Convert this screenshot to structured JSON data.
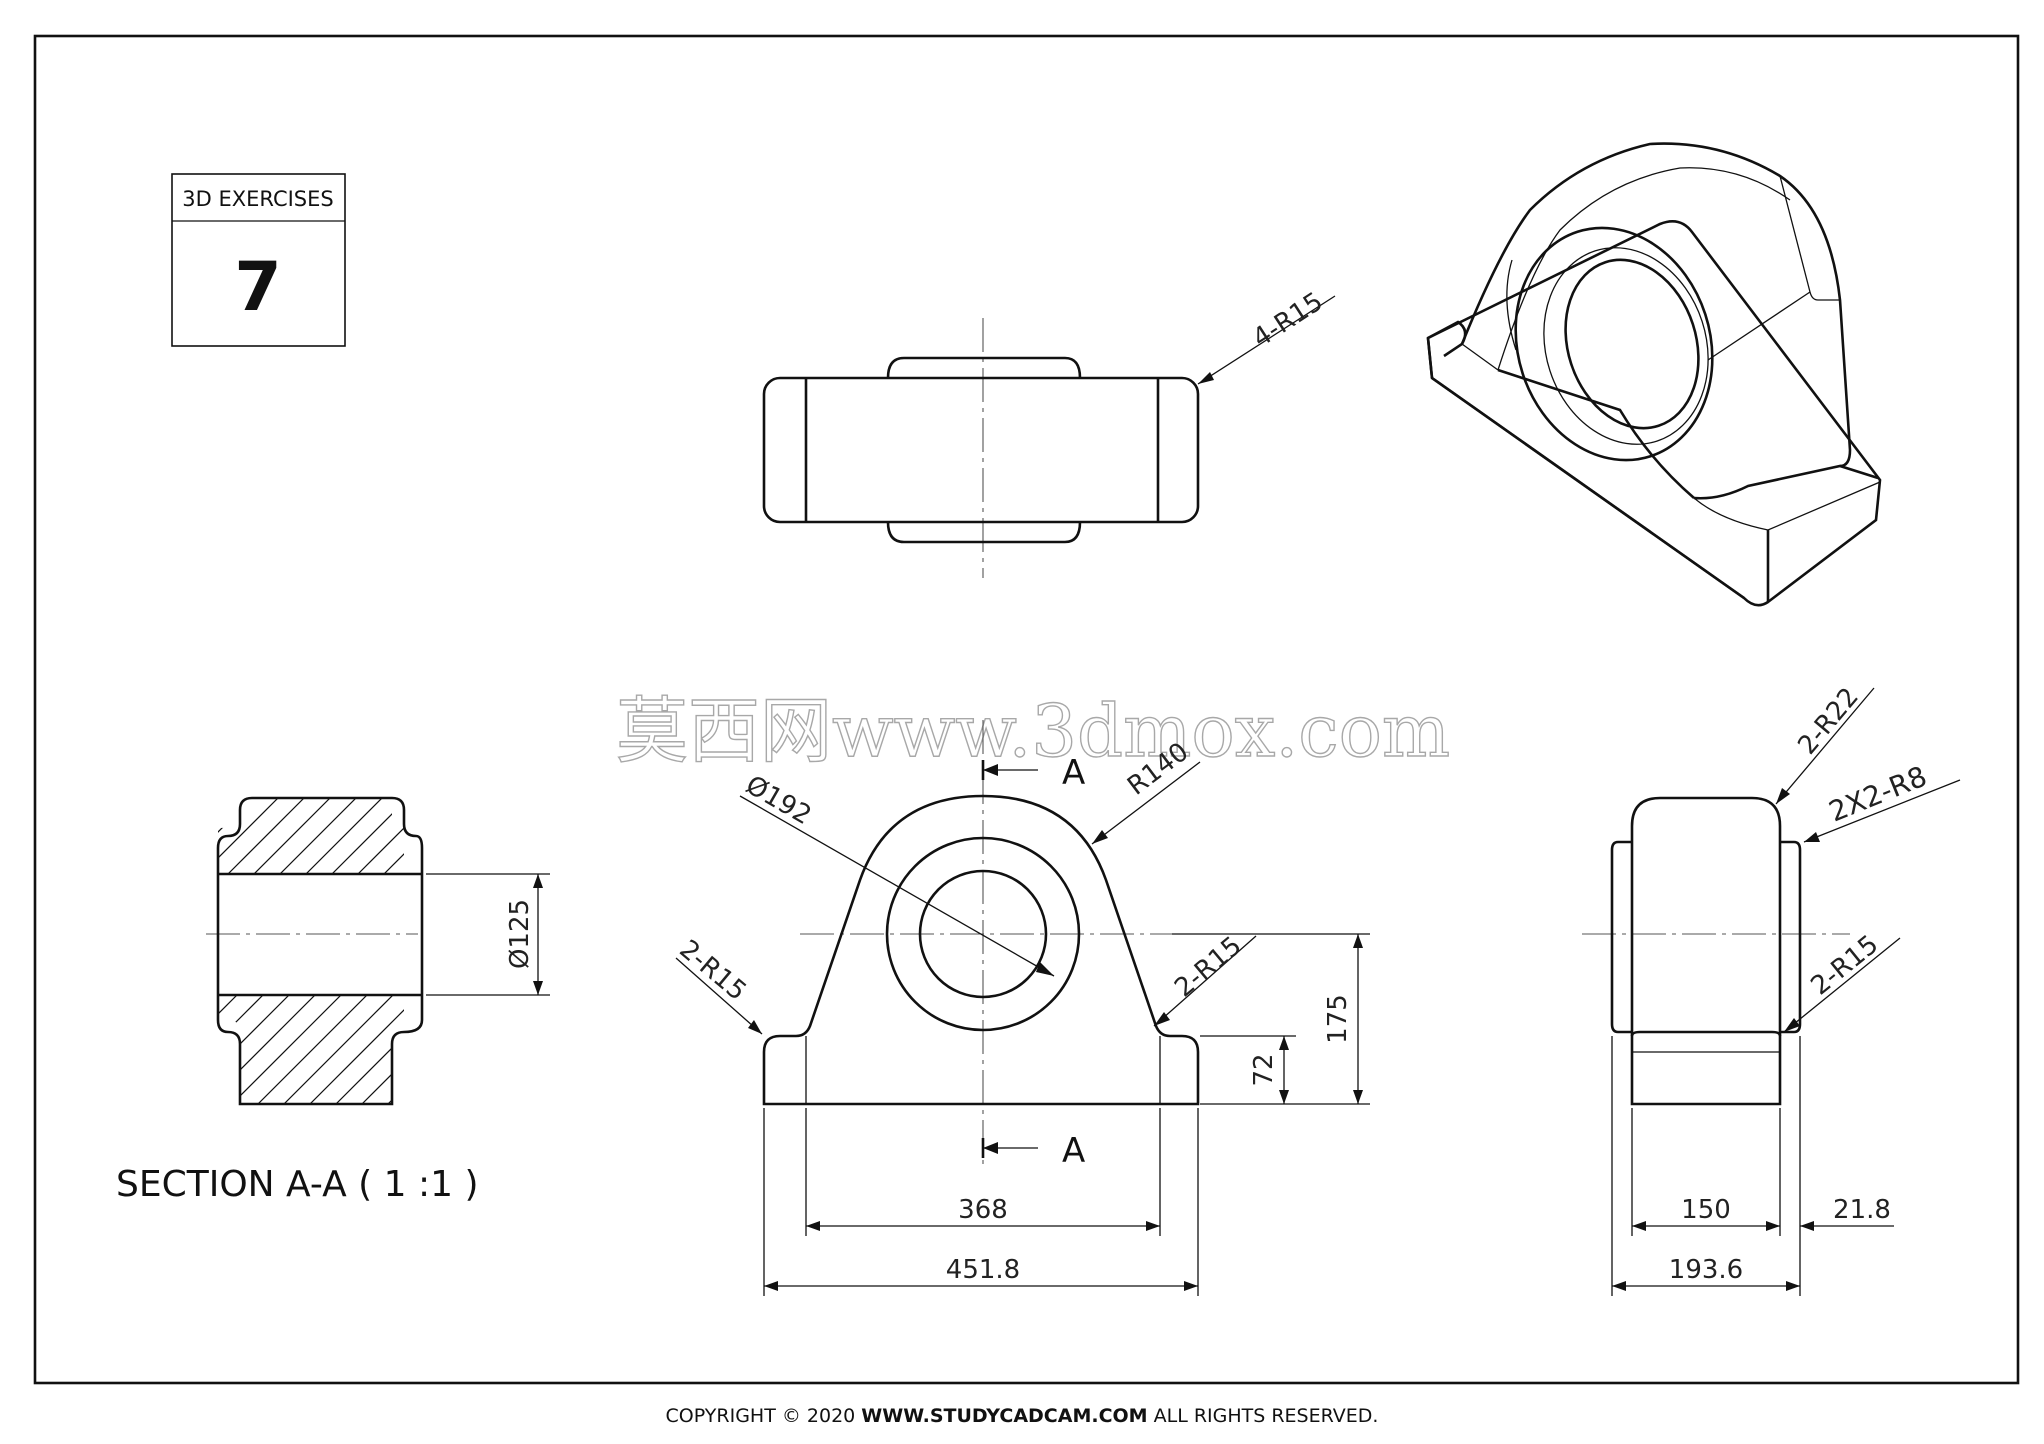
{
  "exercise": {
    "header": "3D EXERCISES",
    "number": "7"
  },
  "section_title": "SECTION A-A ( 1 :1 )",
  "section_mark": "A",
  "dims": {
    "top_corner": "4-R15",
    "bore_dia": "Ø192",
    "arch_radius": "R140",
    "front_left_fillet": "2-R15",
    "front_right_fillet": "2-R15",
    "height_72": "72",
    "height_175": "175",
    "width_368": "368",
    "width_451": "451.8",
    "section_bore": "Ø125",
    "side_r22": "2-R22",
    "side_chamfer": "2X2-R8",
    "side_r15": "2-R15",
    "side_150": "150",
    "side_21": "21.8",
    "side_193": "193.6"
  },
  "watermark": "莫西网www.3dmox.com",
  "copyright": {
    "prefix": "COPYRIGHT © 2020 ",
    "site": "WWW.STUDYCADCAM.COM",
    "suffix": " ALL RIGHTS RESERVED."
  }
}
